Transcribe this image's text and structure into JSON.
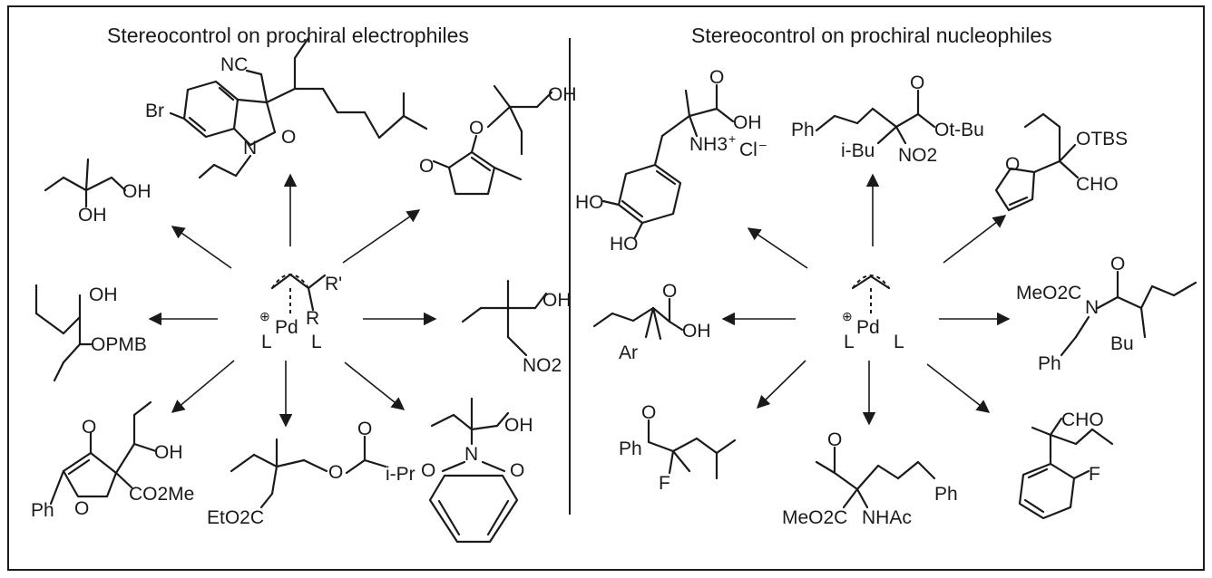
{
  "headings": {
    "left": "Stereocontrol on prochiral electrophiles",
    "right": "Stereocontrol on prochiral nucleophiles"
  },
  "left_center": {
    "R_prime": "R'",
    "R": "R",
    "plus": "⊕",
    "Pd": "Pd",
    "L1": "L",
    "L2": "L"
  },
  "right_center": {
    "plus": "⊕",
    "Pd": "Pd",
    "L1": "L",
    "L2": "L"
  },
  "left_products": {
    "top": {
      "Br": "Br",
      "NC": "NC",
      "N": "N",
      "O": "O"
    },
    "top_right": {
      "O1": "O",
      "O2": "O",
      "OH": "OH"
    },
    "upper_left": {
      "OH1": "OH",
      "OH2": "OH"
    },
    "left": {
      "OH": "OH",
      "OPMB": "OPMB"
    },
    "right": {
      "OH": "OH",
      "NO2": "NO2"
    },
    "bottom_left": {
      "O1": "O",
      "O2": "O",
      "OH": "OH",
      "CO2Me": "CO2Me",
      "Ph": "Ph"
    },
    "bottom": {
      "O1": "O",
      "O2": "O",
      "iPr": "i-Pr",
      "EtO2C": "EtO2C"
    },
    "bottom_right": {
      "OH": "OH",
      "N": "N",
      "O1": "O",
      "O2": "O"
    }
  },
  "right_products": {
    "top": {
      "O": "O",
      "Ph": "Ph",
      "Ot_Bu": "Ot-Bu",
      "iBu": "i-Bu",
      "NO2": "NO2"
    },
    "upper_left": {
      "O": "O",
      "OH": "OH",
      "NH3": "NH3",
      "plus": "+",
      "Cl": "Cl",
      "minus": "–",
      "HO1": "HO",
      "HO2": "HO"
    },
    "top_right": {
      "O": "O",
      "OTBS": "OTBS",
      "CHO": "CHO"
    },
    "left": {
      "O": "O",
      "OH": "OH",
      "Ar": "Ar"
    },
    "right": {
      "MeO2C": "MeO2C",
      "N": "N",
      "O": "O",
      "Bu": "Bu",
      "Ph": "Ph"
    },
    "bottom_left": {
      "O": "O",
      "Ph": "Ph",
      "F": "F"
    },
    "bottom": {
      "O": "O",
      "MeO2C": "MeO2C",
      "NHAc": "NHAc",
      "Ph": "Ph"
    },
    "bottom_right": {
      "CHO": "CHO",
      "F": "F"
    }
  }
}
